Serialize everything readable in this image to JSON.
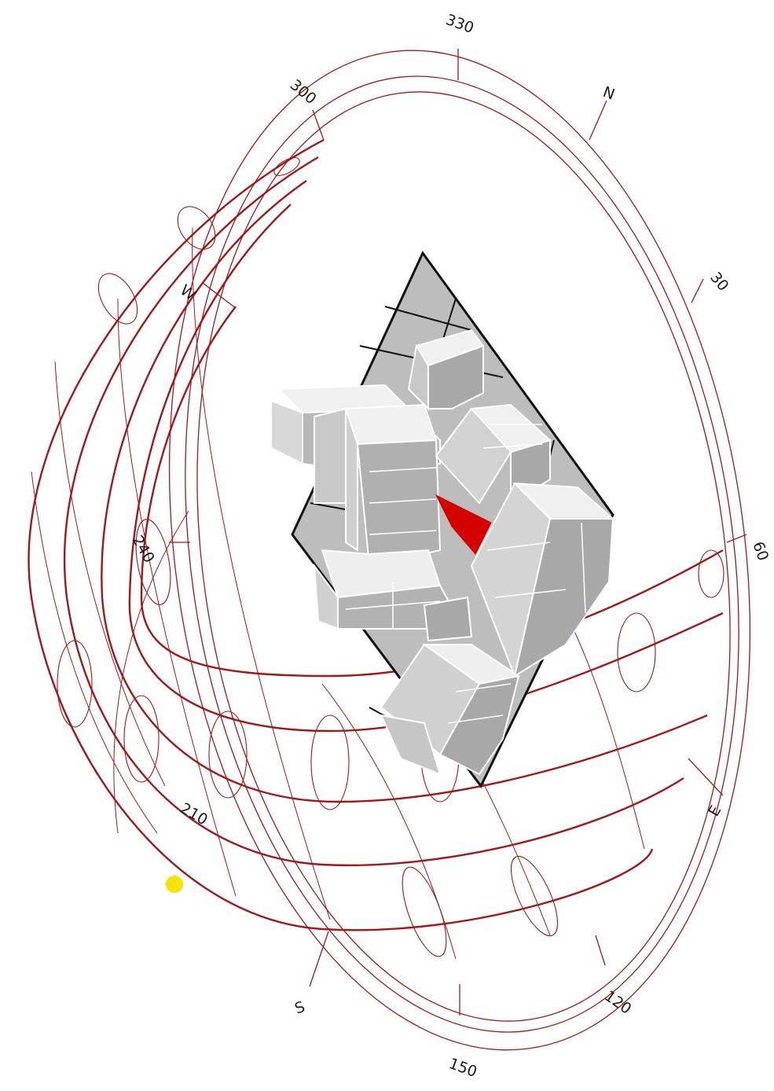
{
  "compass": {
    "labels": [
      {
        "id": "n",
        "text": "N"
      },
      {
        "id": "e",
        "text": "E"
      },
      {
        "id": "s",
        "text": "S"
      },
      {
        "id": "w",
        "text": "W"
      },
      {
        "id": "a330",
        "text": "330"
      },
      {
        "id": "a300",
        "text": "300"
      },
      {
        "id": "a30",
        "text": "30"
      },
      {
        "id": "a60",
        "text": "60"
      },
      {
        "id": "a240",
        "text": "240"
      },
      {
        "id": "a210",
        "text": "210"
      },
      {
        "id": "a150",
        "text": "150"
      },
      {
        "id": "a120",
        "text": "120"
      }
    ]
  },
  "colors": {
    "sunpath": "#a01818",
    "building_top": "#f0f0f0",
    "building_side": "#c8c8c8",
    "building_dark": "#a8a8a8",
    "ground": "#bdbdbd",
    "highlight": "#d40000",
    "sun": "#f5e400"
  },
  "sun": {
    "icon": "sun-position-marker"
  }
}
